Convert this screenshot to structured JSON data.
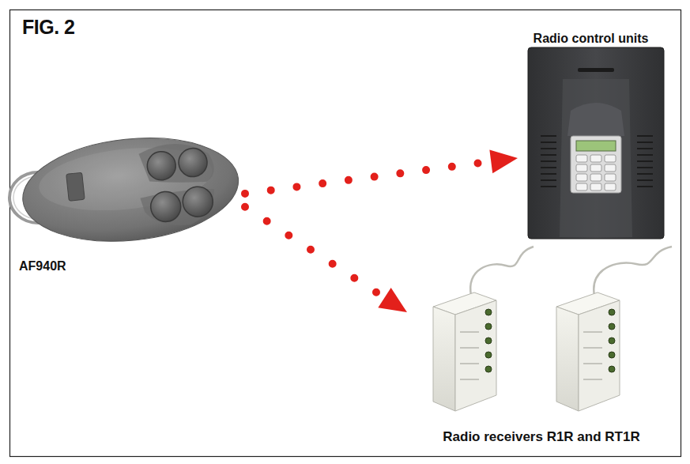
{
  "diagram": {
    "title": "FIG. 2",
    "nodes": [
      {
        "text": [
          "AF940R"
        ]
      },
      {
        "text": [
          "Radio control units"
        ]
      },
      {
        "text": [
          "Radio receivers R1R and RT1R"
        ]
      }
    ],
    "edges": [
      {
        "from": 0,
        "to": 1,
        "arrow": "to"
      },
      {
        "from": 0,
        "to": 2,
        "arrow": "to"
      }
    ]
  }
}
